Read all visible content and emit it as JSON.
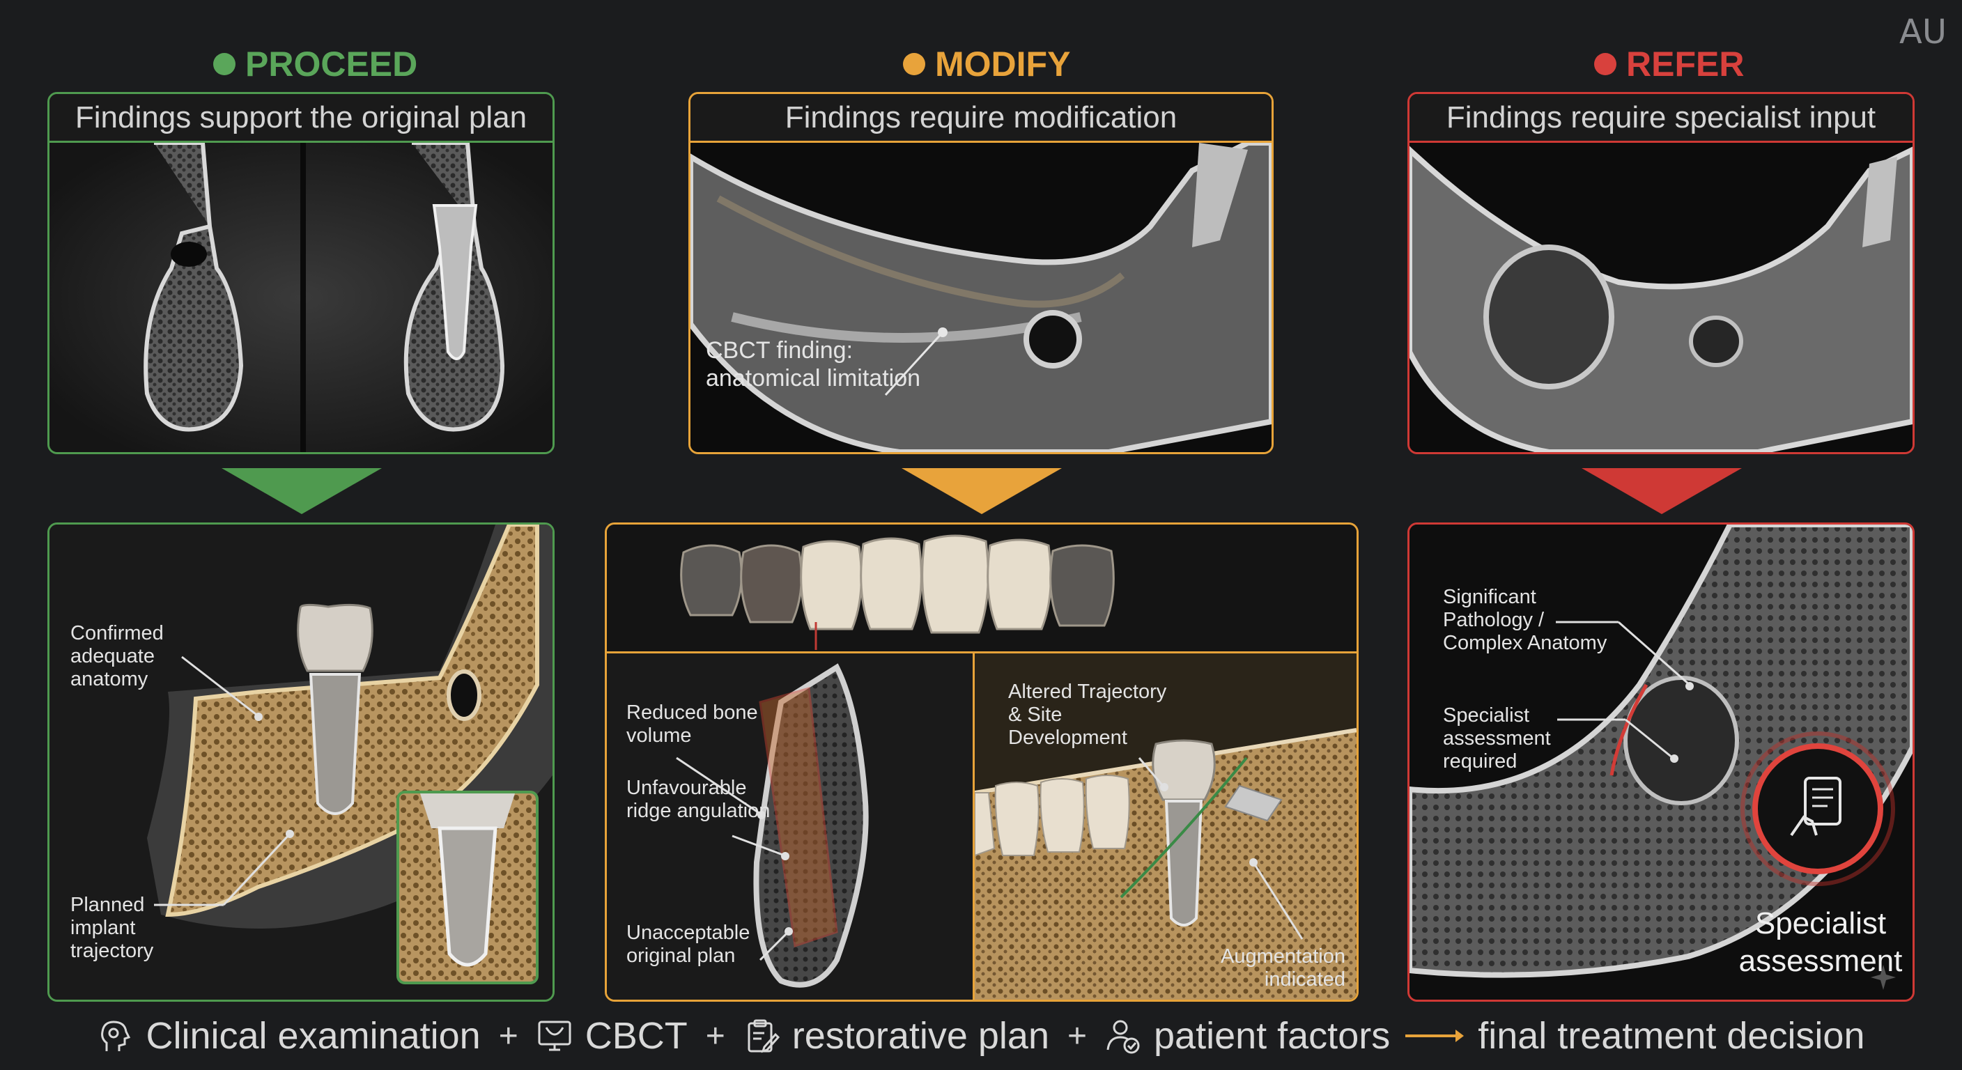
{
  "badge": "AU",
  "columns": {
    "proceed": {
      "title": "PROCEED",
      "subtitle": "Findings support the original plan",
      "color": "#5aa65a"
    },
    "modify": {
      "title": "MODIFY",
      "subtitle": "Findings require modification",
      "color": "#e8a33b"
    },
    "refer": {
      "title": "REFER",
      "subtitle": "Findings require specialist input",
      "color": "#d8413d"
    }
  },
  "modify_top": {
    "callout": "CBCT finding:\nanatomical limitation"
  },
  "proceed_bottom": {
    "confirmed": "Confirmed\nadequate\nanatomy",
    "planned": "Planned\nimplant\ntrajectory"
  },
  "modify_bottom": {
    "reduced": "Reduced bone\nvolume",
    "ridge": "Unfavourable\nridge angulation",
    "unacceptable": "Unacceptable\noriginal plan",
    "altered": "Altered Trajectory\n& Site\nDevelopment",
    "augmentation": "Augmentation\nindicated"
  },
  "refer_bottom": {
    "pathology": "Significant\nPathology /\nComplex Anatomy",
    "specialist_required": "Specialist\nassessment\nrequired",
    "specialist_badge": "Specialist\nassessment"
  },
  "footer": {
    "clinical": "Clinical examination",
    "cbct": "CBCT",
    "restorative": "restorative plan",
    "patient": "patient factors",
    "final": "final treatment decision",
    "plus": "+"
  },
  "colors": {
    "green": "#5aa65a",
    "amber": "#e8a33b",
    "red": "#d8413d",
    "bone": "#cfae78"
  }
}
